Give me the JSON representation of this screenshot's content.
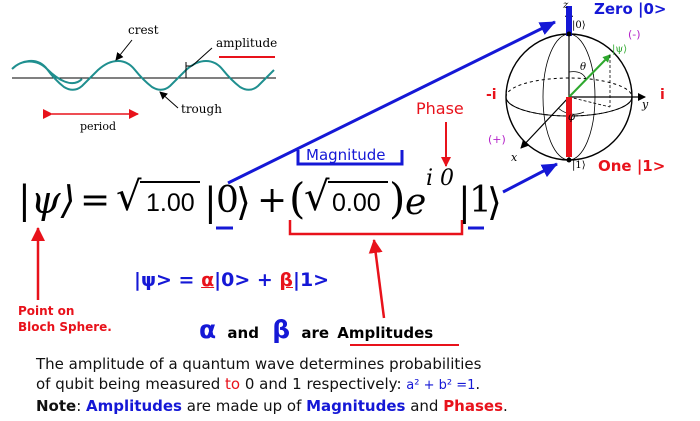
{
  "wave": {
    "crest_label": "crest",
    "amplitude_label": "amplitude",
    "trough_label": "trough",
    "period_label": "period"
  },
  "bloch": {
    "zero_label": "Zero |0>",
    "one_label": "One |1>",
    "z_axis": "z",
    "y_axis": "y",
    "x_axis": "x",
    "neg_i": "-i",
    "pos_i": "i",
    "minus_sign": "(-)",
    "plus_sign": "(+)",
    "ket0": "|0⟩",
    "ket1": "|1⟩",
    "psi": "|ψ⟩",
    "theta": "θ",
    "phi": "φ"
  },
  "equation": {
    "phase_label": "Phase",
    "magnitude_label": "Magnitude",
    "psi_ket": "|ψ⟩",
    "equals": "=",
    "sqrt_alpha": "1.00",
    "ket_zero_bar": "|",
    "zero_digit": "0",
    "ket_close": "⟩",
    "plus": "+",
    "open_paren": "(",
    "sqrt_beta": "0.00",
    "close_paren": ")",
    "exp_base": "e",
    "exp_power": "i 0",
    "one_digit": "1"
  },
  "notes": {
    "point_label_line1": "Point on",
    "point_label_line2": "Bloch Sphere.",
    "state_prefix": "|ψ> = ",
    "alpha_symbol": "α",
    "state_mid": "|0> + ",
    "beta_symbol": "β",
    "state_suffix": "|1>",
    "big_alpha": "α",
    "and_word": "and",
    "big_beta": "β",
    "are_word": "are",
    "amplitudes_word": "Amplitudes",
    "desc_line1": "The amplitude of a quantum wave determines probabilities",
    "desc_line2_a": "of qubit being measured ",
    "desc_line2_to": "to",
    "desc_line2_b": " 0 and 1 respectively: ",
    "desc_line2_formula": "a² + b² =1",
    "desc_line2_end": ".",
    "note_word": "Note",
    "note_colon": ": ",
    "note_amplitudes": "Amplitudes",
    "note_mid": " are made up of ",
    "note_magnitudes": "Magnitudes",
    "note_and": " and ",
    "note_phases": "Phases",
    "note_end": "."
  },
  "colors": {
    "red": "#e8121b",
    "blue": "#1518d6",
    "green": "#2ea82e",
    "magenta": "#b423c9",
    "wave": "#1f8f8f"
  }
}
